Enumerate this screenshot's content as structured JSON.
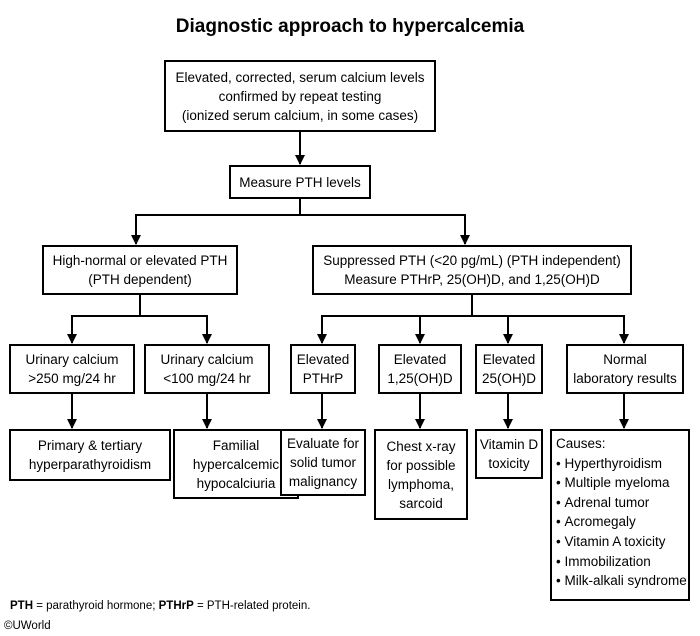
{
  "title": "Diagnostic approach to hypercalcemia",
  "nodes": {
    "start": [
      "Elevated, corrected, serum calcium levels",
      "confirmed by repeat testing",
      "(ionized serum calcium, in some cases)"
    ],
    "measure_pth": [
      "Measure PTH levels"
    ],
    "pth_dependent": [
      "High-normal or elevated PTH",
      "(PTH dependent)"
    ],
    "pth_independent": [
      "Suppressed PTH (<20 pg/mL) (PTH independent)",
      "Measure PTHrP, 25(OH)D, and 1,25(OH)D"
    ],
    "urinary_high": [
      "Urinary calcium",
      ">250 mg/24 hr"
    ],
    "urinary_low": [
      "Urinary calcium",
      "<100 mg/24 hr"
    ],
    "elevated_pthrp": [
      "Elevated",
      "PTHrP"
    ],
    "elevated_125": [
      "Elevated",
      "1,25(OH)D"
    ],
    "elevated_25": [
      "Elevated",
      "25(OH)D"
    ],
    "normal_lab": [
      "Normal",
      "laboratory results"
    ],
    "hyperpara": [
      "Primary & tertiary",
      "hyperparathyroidism"
    ],
    "fhh": [
      "Familial",
      "hypercalcemic",
      "hypocalciuria"
    ],
    "solid_tumor": [
      "Evaluate for",
      "solid tumor",
      "malignancy"
    ],
    "chest_xray": [
      "Chest x-ray",
      "for possible",
      "lymphoma,",
      "sarcoid"
    ],
    "vitd_tox": [
      "Vitamin D",
      "toxicity"
    ]
  },
  "causes": {
    "heading": "Causes:",
    "items": [
      "Hyperthyroidism",
      "Multiple myeloma",
      "Adrenal tumor",
      "Acromegaly",
      "Vitamin A toxicity",
      "Immobilization",
      "Milk-alkali syndrome"
    ]
  },
  "footnote": {
    "pth_abbr": "PTH",
    "pth_def": " = parathyroid hormone; ",
    "pthrp_abbr": "PTHrP",
    "pthrp_def": " = PTH-related protein."
  },
  "copyright": "©UWorld"
}
